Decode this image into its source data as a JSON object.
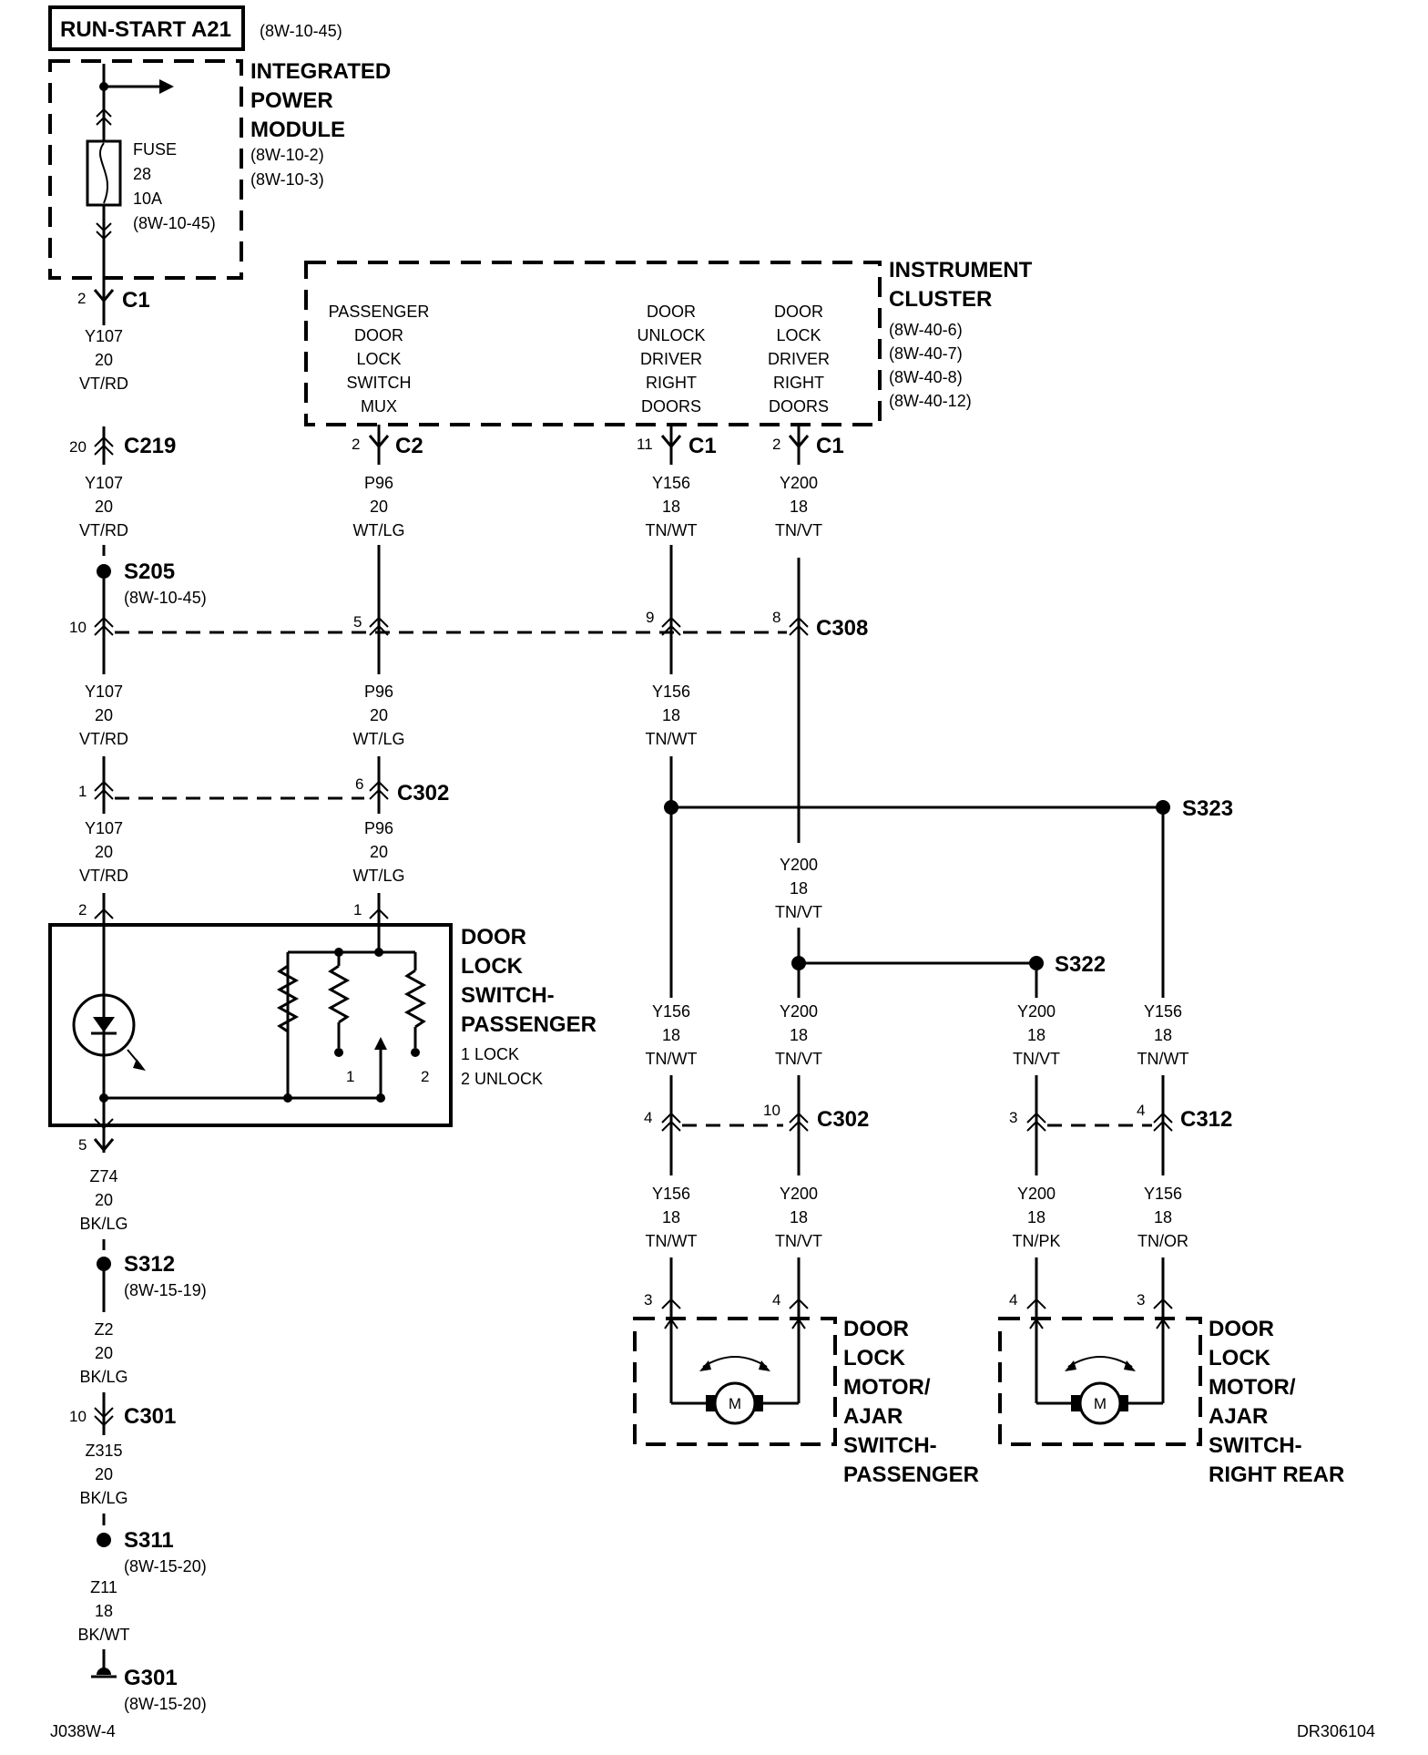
{
  "title": "RUN-START A21",
  "title_ref": "(8W-10-45)",
  "ipm": {
    "name": [
      "INTEGRATED",
      "POWER",
      "MODULE"
    ],
    "refs": [
      "(8W-10-2)",
      "(8W-10-3)"
    ],
    "fuse": [
      "FUSE",
      "28",
      "10A",
      "(8W-10-45)"
    ]
  },
  "cluster": {
    "name": [
      "INSTRUMENT",
      "CLUSTER"
    ],
    "refs": [
      "(8W-40-6)",
      "(8W-40-7)",
      "(8W-40-8)",
      "(8W-40-12)"
    ],
    "col1": [
      "PASSENGER",
      "DOOR",
      "LOCK",
      "SWITCH",
      "MUX"
    ],
    "col2": [
      "DOOR",
      "UNLOCK",
      "DRIVER",
      "RIGHT",
      "DOORS"
    ],
    "col3": [
      "DOOR",
      "LOCK",
      "DRIVER",
      "RIGHT",
      "DOORS"
    ]
  },
  "connectors": {
    "c1_top": "C1",
    "c1_top_pin": "2",
    "c219": "C219",
    "c219_pin": "20",
    "c2": "C2",
    "c2_pin": "2",
    "c1_a": "C1",
    "c1_a_pin": "11",
    "c1_b": "C1",
    "c1_b_pin": "2",
    "c308": "C308",
    "c308_pins": [
      "10",
      "5",
      "9",
      "8"
    ],
    "c302_top": "C302",
    "c302_top_pins": [
      "1",
      "6"
    ],
    "c302_bot": "C302",
    "c302_bot_pins": [
      "4",
      "10"
    ],
    "c312": "C312",
    "c312_pins": [
      "3",
      "4"
    ],
    "c301": "C301",
    "c301_pin": "10",
    "sw_pins": [
      "2",
      "1",
      "5"
    ],
    "motor_p_pins": [
      "3",
      "4"
    ],
    "motor_r_pins": [
      "4",
      "3"
    ]
  },
  "splices": {
    "s205": "S205",
    "s205_ref": "(8W-10-45)",
    "s323": "S323",
    "s322": "S322",
    "s312": "S312",
    "s312_ref": "(8W-15-19)",
    "s311": "S311",
    "s311_ref": "(8W-15-20)",
    "g301": "G301",
    "g301_ref": "(8W-15-20)"
  },
  "wires": {
    "y107": [
      "Y107",
      "20",
      "VT/RD"
    ],
    "p96": [
      "P96",
      "20",
      "WT/LG"
    ],
    "y156": [
      "Y156",
      "18",
      "TN/WT"
    ],
    "y200": [
      "Y200",
      "18",
      "TN/VT"
    ],
    "y200pk": [
      "Y200",
      "18",
      "TN/PK"
    ],
    "y156or": [
      "Y156",
      "18",
      "TN/OR"
    ],
    "z74": [
      "Z74",
      "20",
      "BK/LG"
    ],
    "z2": [
      "Z2",
      "20",
      "BK/LG"
    ],
    "z315": [
      "Z315",
      "20",
      "BK/LG"
    ],
    "z11": [
      "Z11",
      "18",
      "BK/WT"
    ]
  },
  "switch": {
    "name": [
      "DOOR",
      "LOCK",
      "SWITCH-",
      "PASSENGER"
    ],
    "legend": [
      "1 LOCK",
      "2 UNLOCK"
    ],
    "contact_labels": [
      "1",
      "2"
    ]
  },
  "motor_p": {
    "name": [
      "DOOR",
      "LOCK",
      "MOTOR/",
      "AJAR",
      "SWITCH-",
      "PASSENGER"
    ],
    "m": "M"
  },
  "motor_r": {
    "name": [
      "DOOR",
      "LOCK",
      "MOTOR/",
      "AJAR",
      "SWITCH-",
      "RIGHT REAR"
    ],
    "m": "M"
  },
  "footer": {
    "left": "J038W-4",
    "right": "DR306104"
  }
}
